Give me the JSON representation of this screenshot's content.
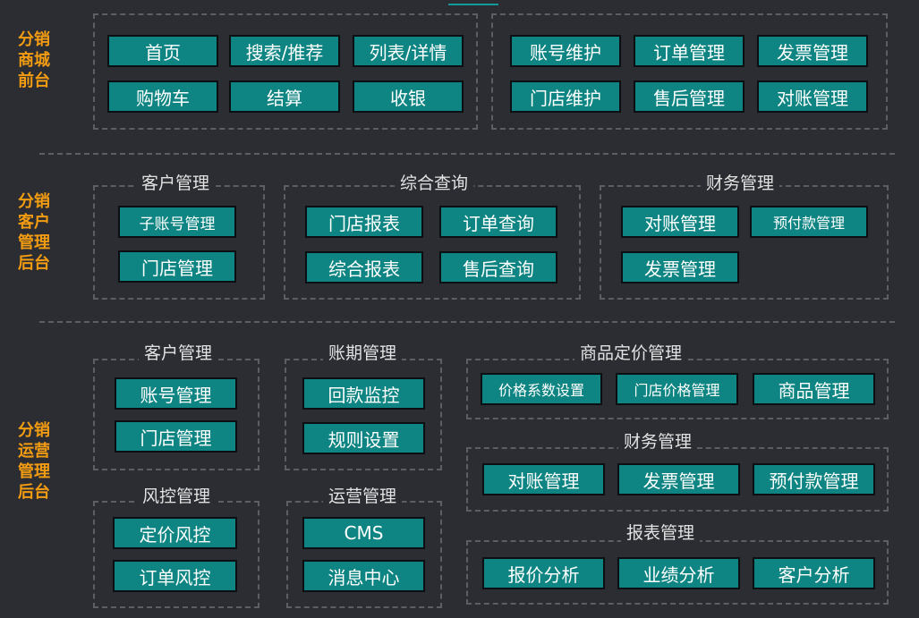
{
  "sections": {
    "front": {
      "label": [
        "分销",
        "商城",
        "前台"
      ],
      "buttons": [
        "首页",
        "搜索/推荐",
        "列表/详情",
        "购物车",
        "结算",
        "收银",
        "账号维护",
        "订单管理",
        "发票管理",
        "门店维护",
        "售后管理",
        "对账管理"
      ]
    },
    "customer_admin": {
      "label": [
        "分销",
        "客户",
        "管理",
        "后台"
      ],
      "groups": [
        {
          "title": "客户管理",
          "buttons": [
            "子账号管理",
            "门店管理"
          ]
        },
        {
          "title": "综合查询",
          "buttons": [
            "门店报表",
            "订单查询",
            "综合报表",
            "售后查询"
          ]
        },
        {
          "title": "财务管理",
          "buttons": [
            "对账管理",
            "预付款管理",
            "发票管理"
          ]
        }
      ]
    },
    "operations": {
      "label": [
        "分销",
        "运营",
        "管理",
        "后台"
      ],
      "groups": [
        {
          "title": "客户管理",
          "buttons": [
            "账号管理",
            "门店管理"
          ]
        },
        {
          "title": "账期管理",
          "buttons": [
            "回款监控",
            "规则设置"
          ]
        },
        {
          "title": "商品定价管理",
          "buttons": [
            "价格系数设置",
            "门店价格管理",
            "商品管理"
          ]
        },
        {
          "title": "财务管理",
          "buttons": [
            "对账管理",
            "发票管理",
            "预付款管理"
          ]
        },
        {
          "title": "风控管理",
          "buttons": [
            "定价风控",
            "订单风控"
          ]
        },
        {
          "title": "运营管理",
          "buttons": [
            "CMS",
            "消息中心"
          ]
        },
        {
          "title": "报表管理",
          "buttons": [
            "报价分析",
            "业绩分析",
            "客户分析"
          ]
        }
      ]
    }
  },
  "colors": {
    "background": "#2b2d32",
    "button": "#0e8583",
    "side_label": "#f39c12",
    "dash": "#5b5e63"
  }
}
